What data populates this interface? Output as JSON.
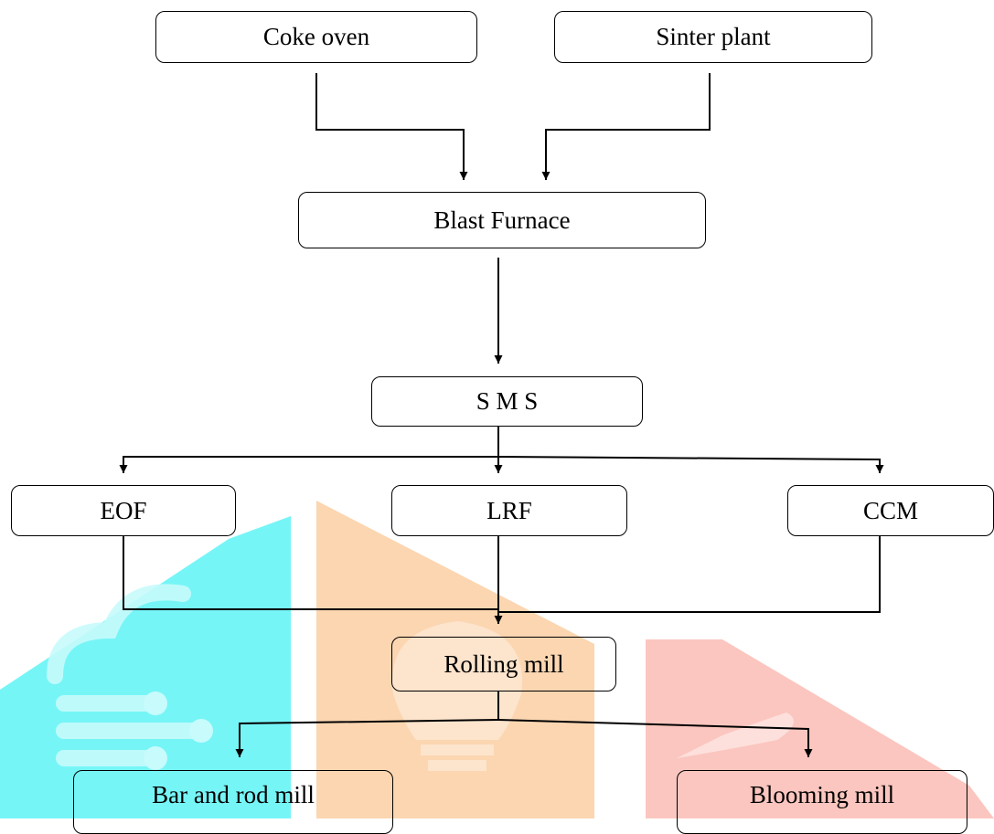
{
  "nodes": {
    "coke_oven": "Coke oven",
    "sinter_plant": "Sinter plant",
    "blast_furnace": "Blast Furnace",
    "sms": "S M S",
    "eof": "EOF",
    "lrf": "LRF",
    "ccm": "CCM",
    "rolling_mill": "Rolling mill",
    "bar_and_rod_mill": "Bar and rod mill",
    "blooming_mill": "Blooming mill"
  },
  "edges": [
    {
      "from": "Coke oven",
      "to": "Blast Furnace"
    },
    {
      "from": "Sinter plant",
      "to": "Blast Furnace"
    },
    {
      "from": "Blast Furnace",
      "to": "S M S"
    },
    {
      "from": "S M S",
      "to": "EOF"
    },
    {
      "from": "S M S",
      "to": "LRF"
    },
    {
      "from": "S M S",
      "to": "CCM"
    },
    {
      "from": "EOF",
      "to": "Rolling mill"
    },
    {
      "from": "LRF",
      "to": "Rolling mill"
    },
    {
      "from": "CCM",
      "to": "Rolling mill"
    },
    {
      "from": "Rolling mill",
      "to": "Bar and rod mill"
    },
    {
      "from": "Rolling mill",
      "to": "Blooming mill"
    }
  ],
  "colors": {
    "line": "#000000",
    "watermark_cyan": "#5ef3f6",
    "watermark_orange": "#fbd1a8",
    "watermark_red": "#fbc0b8"
  }
}
